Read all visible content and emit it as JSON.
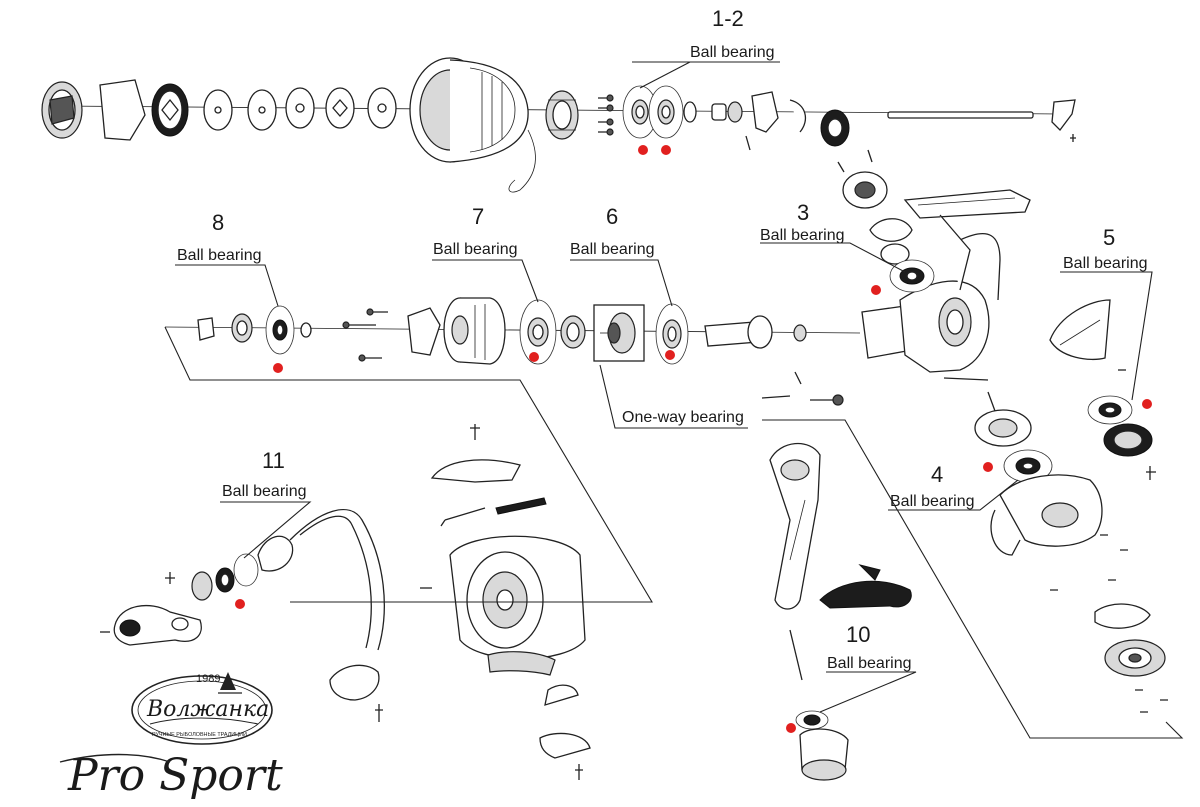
{
  "callouts": [
    {
      "number": "1-2",
      "label": "Ball bearing"
    },
    {
      "number": "3",
      "label": "Ball bearing"
    },
    {
      "number": "4",
      "label": "Ball bearing"
    },
    {
      "number": "5",
      "label": "Ball bearing"
    },
    {
      "number": "6",
      "label": "Ball bearing"
    },
    {
      "number": "7",
      "label": "Ball bearing"
    },
    {
      "number": "8",
      "label": "Ball bearing"
    },
    {
      "number": "10",
      "label": "Ball bearing"
    },
    {
      "number": "11",
      "label": "Ball bearing"
    }
  ],
  "extra_label": "One-way bearing",
  "logo": {
    "name": "Волжанка",
    "year": "1989",
    "tagline": "РУЧНЫЕ РЫБОЛОВНЫЕ ТРАДИЦИИ",
    "product": "Pro Sport"
  },
  "colors": {
    "marker": "#e1201f",
    "ink": "#222222"
  }
}
